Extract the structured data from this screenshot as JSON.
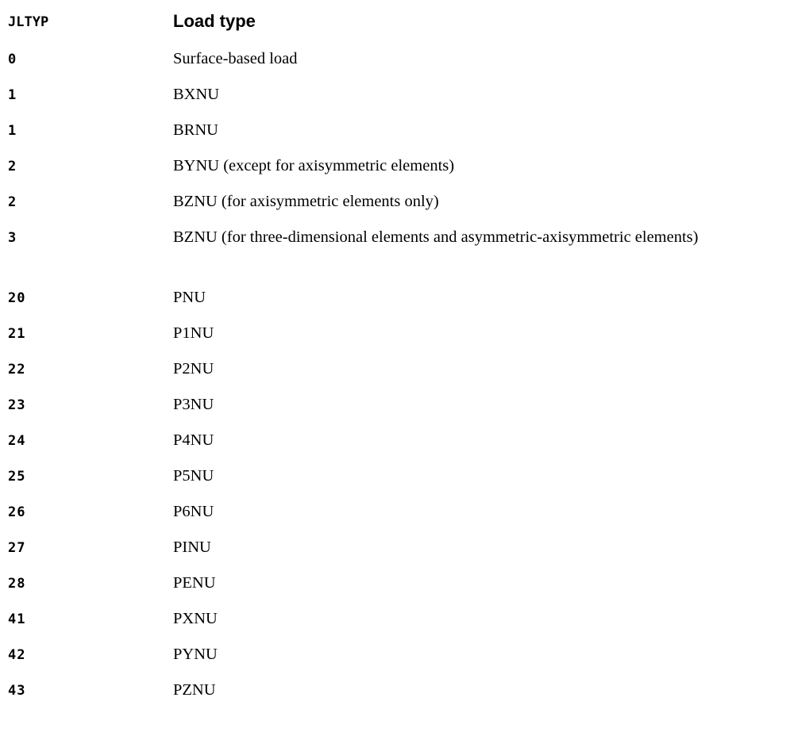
{
  "table": {
    "header": {
      "code": "JLTYP",
      "description": "Load type"
    },
    "rows": [
      {
        "code": "0",
        "description": "Surface-based load"
      },
      {
        "code": "1",
        "description": "BXNU"
      },
      {
        "code": "1",
        "description": "BRNU"
      },
      {
        "code": "2",
        "description": "BYNU (except for axisymmetric elements)"
      },
      {
        "code": "2",
        "description": "BZNU (for axisymmetric elements only)"
      },
      {
        "code": "3",
        "description": "BZNU (for three-dimensional elements and asymmetric-axisymmetric elements)"
      },
      {
        "code": "20",
        "description": "PNU"
      },
      {
        "code": "21",
        "description": "P1NU"
      },
      {
        "code": "22",
        "description": "P2NU"
      },
      {
        "code": "23",
        "description": "P3NU"
      },
      {
        "code": "24",
        "description": "P4NU"
      },
      {
        "code": "25",
        "description": "P5NU"
      },
      {
        "code": "26",
        "description": "P6NU"
      },
      {
        "code": "27",
        "description": "PINU"
      },
      {
        "code": "28",
        "description": "PENU"
      },
      {
        "code": "41",
        "description": "PXNU"
      },
      {
        "code": "42",
        "description": "PYNU"
      },
      {
        "code": "43",
        "description": "PZNU"
      }
    ]
  }
}
